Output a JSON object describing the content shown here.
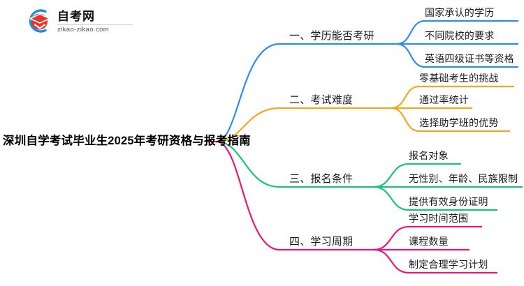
{
  "logo": {
    "name": "zikao-logo",
    "title": "自考网",
    "domain": "zikao-zikao.com",
    "mark_arc_color": "#1a8fe3",
    "mark_cap_color": "#e8342a"
  },
  "mindmap": {
    "type": "mindmap",
    "background": "#ffffff",
    "root": {
      "label": "深圳自学考试毕业生2025年考研资格与报考指南",
      "color": "#000000"
    },
    "branches": [
      {
        "label": "一、学历能否考研",
        "color": "#2f8bef",
        "children": [
          "国家承认的学历",
          "不同院校的要求",
          "英语四级证书等资格"
        ]
      },
      {
        "label": "二、考试难度",
        "color": "#f5a623",
        "children": [
          "零基础考生的挑战",
          "通过率统计",
          "选择助学班的优势"
        ]
      },
      {
        "label": "三、报名条件",
        "color": "#16c47f",
        "children": [
          "报名对象",
          "无性别、年龄、民族限制",
          "提供有效身份证明"
        ]
      },
      {
        "label": "四、学习周期",
        "color": "#e8197d",
        "children": [
          "学习时间范围",
          "课程数量",
          "制定合理学习计划"
        ]
      }
    ]
  }
}
